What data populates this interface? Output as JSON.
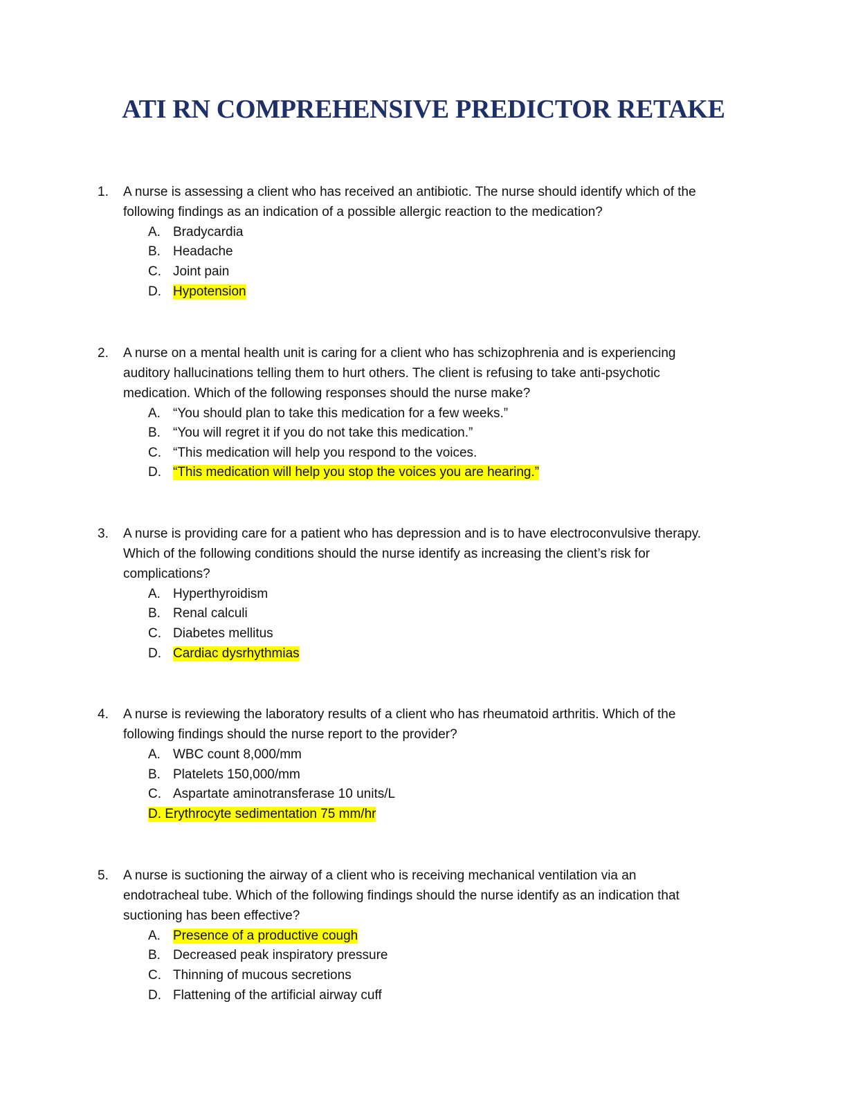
{
  "document": {
    "title": "ATI RN COMPREHENSIVE PREDICTOR RETAKE",
    "highlight_color": "#ffff00",
    "title_color": "#1f3068"
  },
  "questions": [
    {
      "number": "1.",
      "lines": [
        "A nurse is assessing a client who has received an antibiotic. The nurse should identify which of the",
        "following findings as an indication of a possible allergic reaction to the medication?"
      ],
      "options": [
        {
          "letter": "A.",
          "text": "Bradycardia"
        },
        {
          "letter": "B.",
          "text": "Headache"
        },
        {
          "letter": "C.",
          "text": "Joint pain"
        },
        {
          "letter": "D.",
          "text": "Hypotension"
        }
      ],
      "highlighted": "D"
    },
    {
      "number": "2.",
      "lines": [
        "A nurse on a mental health unit is caring for a client who has schizophrenia and is experiencing",
        "auditory hallucinations telling them to hurt others. The client is refusing to take anti-psychotic",
        "medication. Which of the following responses should the nurse make?"
      ],
      "options": [
        {
          "letter": "A.",
          "text": "“You should plan to take this medication for a few weeks.”"
        },
        {
          "letter": "B.",
          "text": "“You will regret it if you do not take this medication.”"
        },
        {
          "letter": "C.",
          "text": "“This medication will help you respond to the voices."
        },
        {
          "letter": "D.",
          "text": "“This medication will help you stop the voices you are hearing.”"
        }
      ],
      "highlighted": "D"
    },
    {
      "number": "3.",
      "lines": [
        "A nurse is providing care for a patient who has depression and is to have electroconvulsive therapy.",
        "Which of the following conditions should the nurse identify as increasing the client’s risk for",
        "complications?"
      ],
      "options": [
        {
          "letter": "A.",
          "text": "Hyperthyroidism"
        },
        {
          "letter": "B.",
          "text": "Renal calculi"
        },
        {
          "letter": "C.",
          "text": "Diabetes mellitus"
        },
        {
          "letter": "D.",
          "text": "Cardiac dysrhythmias"
        }
      ],
      "highlighted": "D"
    },
    {
      "number": "4.",
      "lines": [
        "A nurse is reviewing the laboratory results of a client who has rheumatoid arthritis. Which of the",
        "following findings should the nurse report to the provider?"
      ],
      "options": [
        {
          "letter": "A.",
          "text": "WBC count 8,000/mm"
        },
        {
          "letter": "B.",
          "text": "Platelets 150,000/mm"
        },
        {
          "letter": "C.",
          "text": "Aspartate aminotransferase 10 units/L"
        },
        {
          "letter": "D.",
          "text": "Erythrocyte sedimentation 75 mm/hr"
        }
      ],
      "highlighted": "D"
    },
    {
      "number": "5.",
      "lines": [
        "A nurse is suctioning the airway of a client who is receiving mechanical ventilation via an",
        "endotracheal tube. Which of the following findings should the nurse identify as an indication that",
        "suctioning has been effective?"
      ],
      "options": [
        {
          "letter": "A.",
          "text": "Presence of a productive cough"
        },
        {
          "letter": "B.",
          "text": "Decreased peak inspiratory pressure"
        },
        {
          "letter": "C.",
          "text": "Thinning of mucous secretions"
        },
        {
          "letter": "D.",
          "text": "Flattening of the artificial airway cuff"
        }
      ],
      "highlighted": "A"
    }
  ]
}
